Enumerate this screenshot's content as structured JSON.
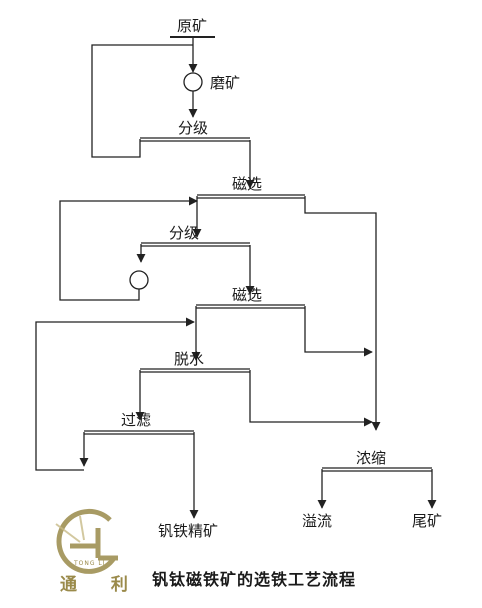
{
  "nodes": {
    "raw_ore": "原矿",
    "grinding": "磨矿",
    "classify1": "分级",
    "magsep1": "磁选",
    "classify2": "分级",
    "magsep2": "磁选",
    "dewater": "脱水",
    "filter": "过滤",
    "thicken": "浓缩"
  },
  "outputs": {
    "concentrate": "钒铁精矿",
    "overflow": "溢流",
    "tailings": "尾矿"
  },
  "logo": {
    "chinese": "通 利",
    "english": "TONG LI"
  },
  "caption": "钒钛磁铁矿的选铁工艺流程",
  "colors": {
    "line": "#222222",
    "logo": "#9a8a4a"
  }
}
